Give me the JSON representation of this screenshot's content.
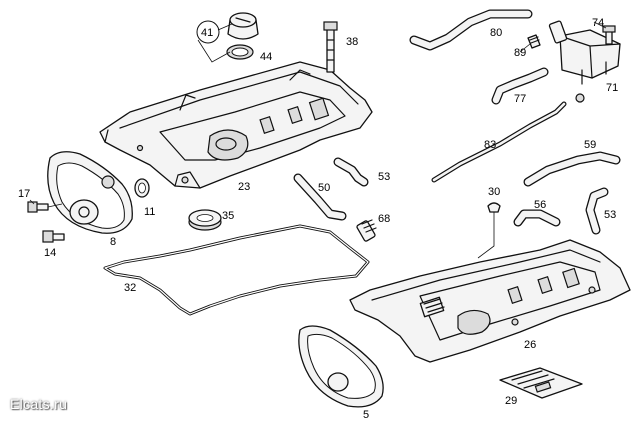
{
  "watermark": "Elcats.ru",
  "callouts": {
    "c5": "5",
    "c8": "8",
    "c11": "11",
    "c14": "14",
    "c17": "17",
    "c23": "23",
    "c26": "26",
    "c29": "29",
    "c30": "30",
    "c32": "32",
    "c35": "35",
    "c38": "38",
    "c41": "41",
    "c44": "44",
    "c50": "50",
    "c53a": "53",
    "c53b": "53",
    "c56": "56",
    "c59": "59",
    "c68": "68",
    "c71": "71",
    "c74": "74",
    "c77": "77",
    "c80": "80",
    "c83": "83",
    "c89": "89"
  }
}
